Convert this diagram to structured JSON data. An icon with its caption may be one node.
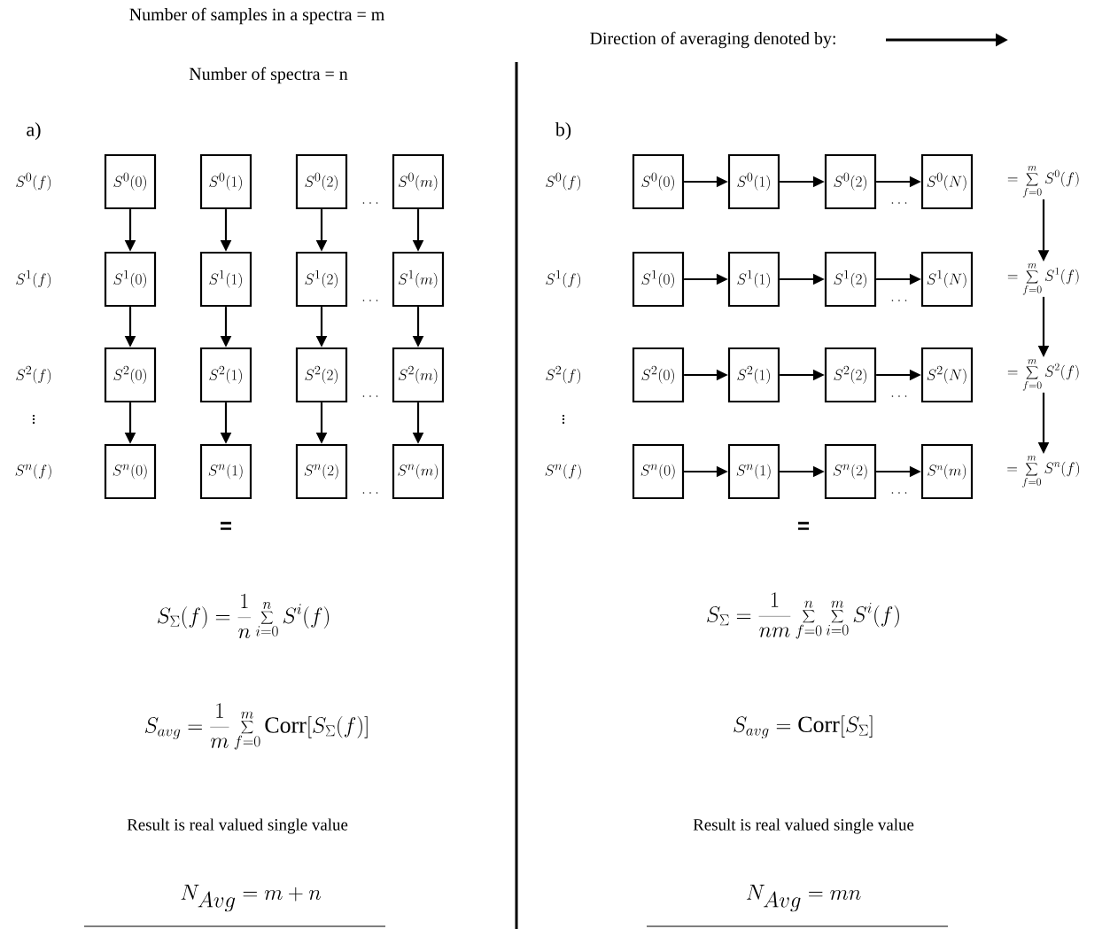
{
  "diagram": {
    "nodes": [
      {
        "text": [
          "S^0(0)"
        ]
      },
      {
        "text": [
          "S^0(1)"
        ]
      },
      {
        "text": [
          "S^0(2)"
        ]
      },
      {
        "text": [
          "S^0(m)"
        ]
      },
      {
        "text": [
          "S^1(0)"
        ]
      },
      {
        "text": [
          "S^1(1)"
        ]
      },
      {
        "text": [
          "S^1(2)"
        ]
      },
      {
        "text": [
          "S^1(m)"
        ]
      },
      {
        "text": [
          "S^2(0)"
        ]
      },
      {
        "text": [
          "S^2(1)"
        ]
      },
      {
        "text": [
          "S^2(2)"
        ]
      },
      {
        "text": [
          "S^2(m)"
        ]
      },
      {
        "text": [
          "S^n(0)"
        ]
      },
      {
        "text": [
          "S^n(1)"
        ]
      },
      {
        "text": [
          "S^n(2)"
        ]
      },
      {
        "text": [
          "S^n(m)"
        ]
      },
      {
        "text": [
          "S^0(0)"
        ]
      },
      {
        "text": [
          "S^0(1)"
        ]
      },
      {
        "text": [
          "S^0(2)"
        ]
      },
      {
        "text": [
          "S^0(N)"
        ]
      },
      {
        "text": [
          "S^1(0)"
        ]
      },
      {
        "text": [
          "S^1(1)"
        ]
      },
      {
        "text": [
          "S^1(2)"
        ]
      },
      {
        "text": [
          "S^1(N)"
        ]
      },
      {
        "text": [
          "S^2(0)"
        ]
      },
      {
        "text": [
          "S^2(1)"
        ]
      },
      {
        "text": [
          "S^2(2)"
        ]
      },
      {
        "text": [
          "S^2(N)"
        ]
      },
      {
        "text": [
          "S^n(0)"
        ]
      },
      {
        "text": [
          "S^n(1)"
        ]
      },
      {
        "text": [
          "S^n(2)"
        ]
      },
      {
        "text": [
          "S^n(m)"
        ]
      },
      {
        "text": [
          "= \\sum_{f=0}^{m} S^0(f)"
        ]
      },
      {
        "text": [
          "= \\sum_{f=0}^{m} S^1(f)"
        ]
      },
      {
        "text": [
          "= \\sum_{f=0}^{m} S^2(f)"
        ]
      },
      {
        "text": [
          "= \\sum_{f=0}^{m} S^n(f)"
        ]
      }
    ],
    "edges": [
      {
        "from": 0,
        "to": 4,
        "arrow": "to"
      },
      {
        "from": 1,
        "to": 5,
        "arrow": "to"
      },
      {
        "from": 2,
        "to": 6,
        "arrow": "to"
      },
      {
        "from": 3,
        "to": 7,
        "arrow": "to"
      },
      {
        "from": 4,
        "to": 8,
        "arrow": "to"
      },
      {
        "from": 5,
        "to": 9,
        "arrow": "to"
      },
      {
        "from": 6,
        "to": 10,
        "arrow": "to"
      },
      {
        "from": 7,
        "to": 11,
        "arrow": "to"
      },
      {
        "from": 8,
        "to": 12,
        "arrow": "to"
      },
      {
        "from": 9,
        "to": 13,
        "arrow": "to"
      },
      {
        "from": 10,
        "to": 14,
        "arrow": "to"
      },
      {
        "from": 11,
        "to": 15,
        "arrow": "to"
      },
      {
        "from": 16,
        "to": 17,
        "arrow": "to"
      },
      {
        "from": 17,
        "to": 18,
        "arrow": "to"
      },
      {
        "from": 18,
        "to": 19,
        "arrow": "to"
      },
      {
        "from": 20,
        "to": 21,
        "arrow": "to"
      },
      {
        "from": 21,
        "to": 22,
        "arrow": "to"
      },
      {
        "from": 22,
        "to": 23,
        "arrow": "to"
      },
      {
        "from": 24,
        "to": 25,
        "arrow": "to"
      },
      {
        "from": 25,
        "to": 26,
        "arrow": "to"
      },
      {
        "from": 26,
        "to": 27,
        "arrow": "to"
      },
      {
        "from": 28,
        "to": 29,
        "arrow": "to"
      },
      {
        "from": 29,
        "to": 30,
        "arrow": "to"
      },
      {
        "from": 30,
        "to": 31,
        "arrow": "to"
      },
      {
        "from": 32,
        "to": 33,
        "arrow": "to"
      },
      {
        "from": 33,
        "to": 34,
        "arrow": "to"
      },
      {
        "from": 34,
        "to": 35,
        "arrow": "to"
      }
    ],
    "labels": [
      "Number of samples in a spectra = m",
      "Direction of averaging denoted by:",
      "Number of spectra = n",
      "a)",
      "S^0(f)",
      "S^1(f)",
      "S^2(f)",
      "S^n(f)",
      "\\vdots",
      "\\dots",
      "\\dots",
      "\\dots",
      "\\dots",
      "=",
      "S_\\Sigma(f) = \\frac{1}{n}\\sum_{i=0}^{n} S^i(f)",
      "S_{avg} = \\frac{1}{m}\\sum_{f=0}^{m} \\mathrm{Corr}[S_\\Sigma(f)]",
      "Result is real valued single value",
      "N_{Avg} = m + n",
      "b)",
      "S^0(f)",
      "S^1(f)",
      "S^2(f)",
      "S^n(f)",
      "\\vdots",
      "\\dots",
      "\\dots",
      "\\dots",
      "\\dots",
      "=",
      "S_\\Sigma = \\frac{1}{nm}\\sum_{f=0}^{n}\\sum_{i=0}^{m} S^i(f)",
      "S_{avg} = \\mathrm{Corr}[S_\\Sigma]",
      "Result is real valued single value",
      "N_{Avg} = mn"
    ]
  }
}
